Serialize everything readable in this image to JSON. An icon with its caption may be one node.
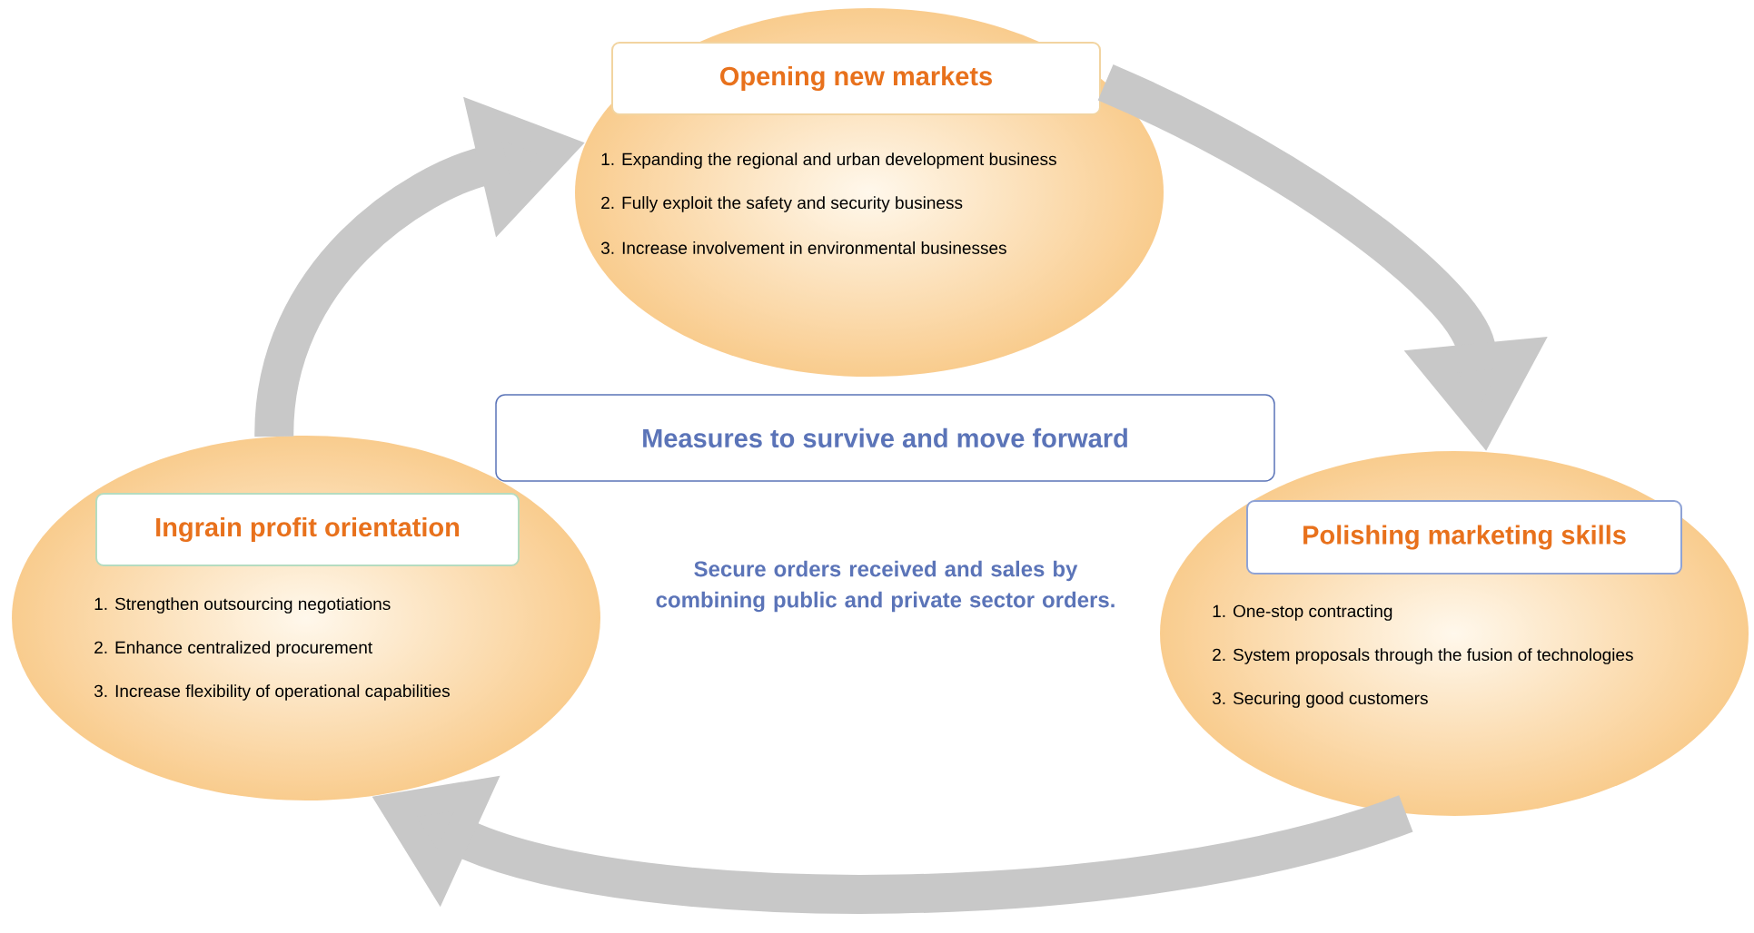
{
  "diagram": {
    "nodes": [
      {
        "text": [
          "Opening new markets",
          "1. Expanding the regional and urban development business",
          "2. Fully exploit the safety and security business",
          "3. Increase involvement in environmental businesses"
        ]
      },
      {
        "text": [
          "Measures to survive and move forward"
        ]
      },
      {
        "text": [
          "Ingrain profit orientation",
          "1. Strengthen outsourcing negotiations",
          "2. Enhance centralized procurement",
          "3. Increase flexibility of operational capabilities"
        ]
      },
      {
        "text": [
          "Polishing marketing skills",
          "1. One-stop contracting",
          "2. System proposals through the fusion of technologies",
          "3. Securing good customers"
        ]
      }
    ],
    "edges": [
      {
        "from": 0,
        "to": 3,
        "arrow": "to"
      },
      {
        "from": 3,
        "to": 2,
        "arrow": "to"
      },
      {
        "from": 2,
        "to": 0,
        "arrow": "to"
      }
    ],
    "labels": [
      "Secure orders received and sales by combining public and private sector orders."
    ]
  }
}
